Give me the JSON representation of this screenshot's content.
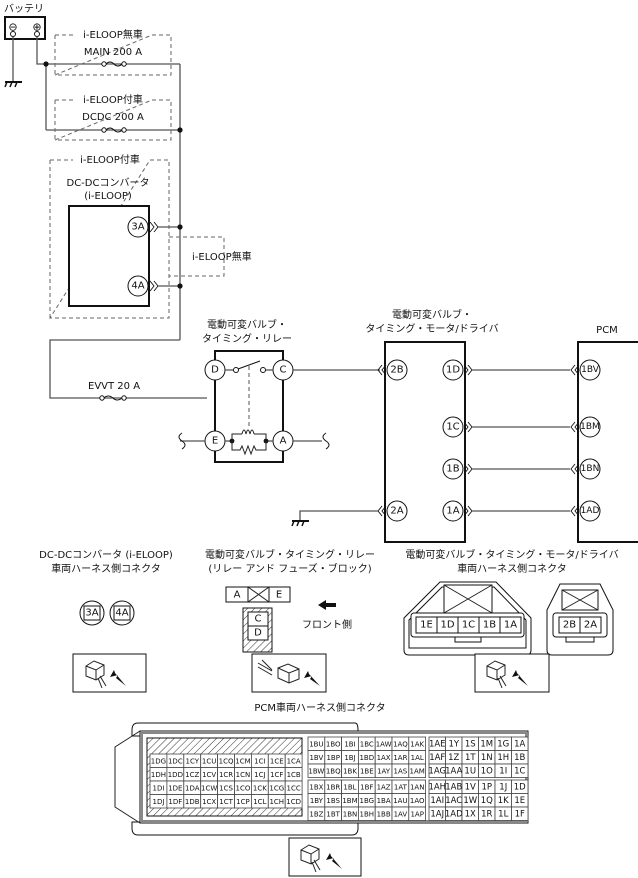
{
  "battery": {
    "label": "バッテリ",
    "neg_symbol": "⊖",
    "pos_symbol": "⊕"
  },
  "fuses": {
    "main": {
      "group_label": "i-ELOOP無車",
      "label": "MAIN 200 A"
    },
    "dcdc": {
      "group_label": "i-ELOOP付車",
      "label": "DCDC 200 A"
    },
    "evvt": {
      "label": "EVVT 20 A"
    }
  },
  "dcdc_converter": {
    "group_label": "i-ELOOP付車",
    "title_line1": "DC-DCコンバータ",
    "title_line2": "(i-ELOOP)",
    "pins": [
      "3A",
      "4A"
    ],
    "bypass_label": "i-ELOOP無車"
  },
  "relay": {
    "title_line1": "電動可変バルブ・",
    "title_line2": "タイミング・リレー",
    "pins": {
      "top_left": "D",
      "top_right": "C",
      "bottom_left": "E",
      "bottom_right": "A"
    }
  },
  "driver": {
    "title_line1": "電動可変バルブ・",
    "title_line2": "タイミング・モータ/ドライバ",
    "left_pins": [
      "2B",
      "2A"
    ],
    "right_pins": [
      "1D",
      "1C",
      "1B",
      "1A"
    ]
  },
  "pcm": {
    "title": "PCM",
    "pins": [
      "1BV",
      "1BM",
      "1BN",
      "1AD"
    ]
  },
  "connectors": {
    "dcdc": {
      "title_line1": "DC-DCコンバータ (i-ELOOP)",
      "title_line2": "車両ハーネス側コネクタ",
      "pins": [
        "3A",
        "4A"
      ]
    },
    "relay": {
      "title_line1": "電動可変バルブ・タイミング・リレー",
      "title_line2": "(リレー アンド フューズ・ブロック)",
      "top_pins": [
        "A",
        "E"
      ],
      "bottom_pins": [
        "C",
        "D"
      ],
      "front_label": "フロント側"
    },
    "driver": {
      "title_line1": "電動可変バルブ・タイミング・モータ/ドライバ",
      "title_line2": "車両ハーネス側コネクタ",
      "main_pins": [
        "1E",
        "1D",
        "1C",
        "1B",
        "1A"
      ],
      "sub_pins": [
        "2B",
        "2A"
      ]
    },
    "pcm": {
      "title": "PCM車両ハーネス側コネクタ",
      "block_left": [
        [
          "1DG",
          "1DC",
          "1CY",
          "1CU",
          "1CQ",
          "1CM",
          "1CI",
          "1CE",
          "1CA"
        ],
        [
          "1DH",
          "1DD",
          "1CZ",
          "1CV",
          "1CR",
          "1CN",
          "1CJ",
          "1CF",
          "1CB"
        ],
        [
          "1DI",
          "1DE",
          "1DA",
          "1CW",
          "1CS",
          "1CO",
          "1CK",
          "1CG",
          "1CC"
        ],
        [
          "1DJ",
          "1DF",
          "1DB",
          "1CX",
          "1CT",
          "1CP",
          "1CL",
          "1CH",
          "1CD"
        ]
      ],
      "block_mid_top": [
        [
          "1BU",
          "1BO",
          "1BI",
          "1BC",
          "1AW",
          "1AQ",
          "1AK"
        ],
        [
          "1BV",
          "1BP",
          "1BJ",
          "1BD",
          "1AX",
          "1AR",
          "1AL"
        ],
        [
          "1BW",
          "1BQ",
          "1BK",
          "1BE",
          "1AY",
          "1AS",
          "1AM"
        ]
      ],
      "block_mid_bottom": [
        [
          "1BX",
          "1BR",
          "1BL",
          "1BF",
          "1AZ",
          "1AT",
          "1AN"
        ],
        [
          "1BY",
          "1BS",
          "1BM",
          "1BG",
          "1BA",
          "1AU",
          "1AO"
        ],
        [
          "1BZ",
          "1BT",
          "1BN",
          "1BH",
          "1BB",
          "1AV",
          "1AP"
        ]
      ],
      "block_right_top": [
        [
          "1AE",
          "1Y",
          "1S",
          "1M",
          "1G",
          "1A"
        ],
        [
          "1AF",
          "1Z",
          "1T",
          "1N",
          "1H",
          "1B"
        ],
        [
          "1AG",
          "1AA",
          "1U",
          "1O",
          "1I",
          "1C"
        ]
      ],
      "block_right_bottom": [
        [
          "1AH",
          "1AB",
          "1V",
          "1P",
          "1J",
          "1D"
        ],
        [
          "1AI",
          "1AC",
          "1W",
          "1Q",
          "1K",
          "1E"
        ],
        [
          "1AJ",
          "1AD",
          "1X",
          "1R",
          "1L",
          "1F"
        ]
      ]
    }
  }
}
